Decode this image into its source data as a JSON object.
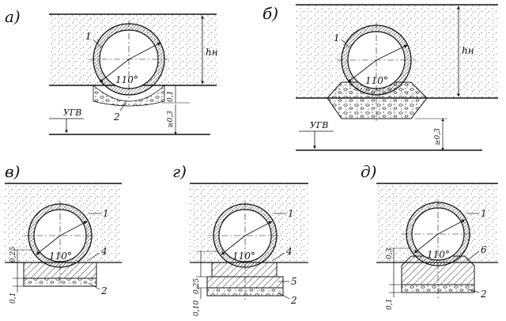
{
  "figure": {
    "panels": [
      {
        "id": "a",
        "label": "а)",
        "angle_label": "110°",
        "height_label": "hн",
        "callouts": [
          "1",
          "2"
        ],
        "dims": [
          "0,1",
          "≥0,3"
        ],
        "groundwater_label": "УГВ"
      },
      {
        "id": "b",
        "label": "б)",
        "angle_label": "110°",
        "height_label": "hн",
        "callouts": [
          "1"
        ],
        "dims": [
          "≥0,3"
        ],
        "groundwater_label": "УГВ"
      },
      {
        "id": "v",
        "label": "в)",
        "angle_label": "110°",
        "callouts": [
          "1",
          "4",
          "2"
        ],
        "dims": [
          "0,25",
          "0,1"
        ]
      },
      {
        "id": "g",
        "label": "г)",
        "angle_label": "110°",
        "callouts": [
          "1",
          "4",
          "5",
          "2"
        ],
        "dims": [
          "0,25",
          "0,10"
        ]
      },
      {
        "id": "d",
        "label": "д)",
        "angle_label": "110°",
        "callouts": [
          "1",
          "6",
          "2"
        ],
        "dims": [
          "0,3",
          "0,1"
        ]
      }
    ]
  },
  "colors": {
    "ink": "#111111",
    "background": "#ffffff"
  }
}
